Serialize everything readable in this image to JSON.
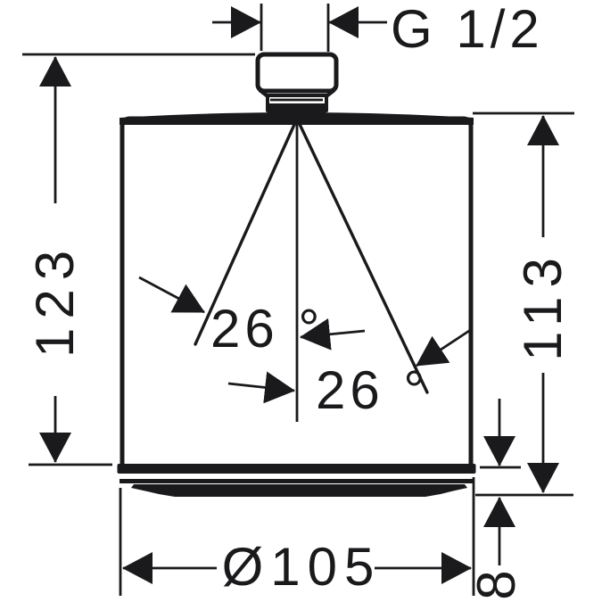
{
  "drawing": {
    "type": "technical-dimension-drawing",
    "subject": "overhead shower, side view",
    "colors": {
      "ink": "#1a1a1c",
      "background": "#ffffff"
    }
  },
  "dimensions": {
    "thread": "G 1/2",
    "overall_height": "123",
    "body_height": "113",
    "left_spray_angle": "26 °",
    "right_spray_angle": "26 °",
    "diameter": "Ø105",
    "face_thickness": "8"
  }
}
